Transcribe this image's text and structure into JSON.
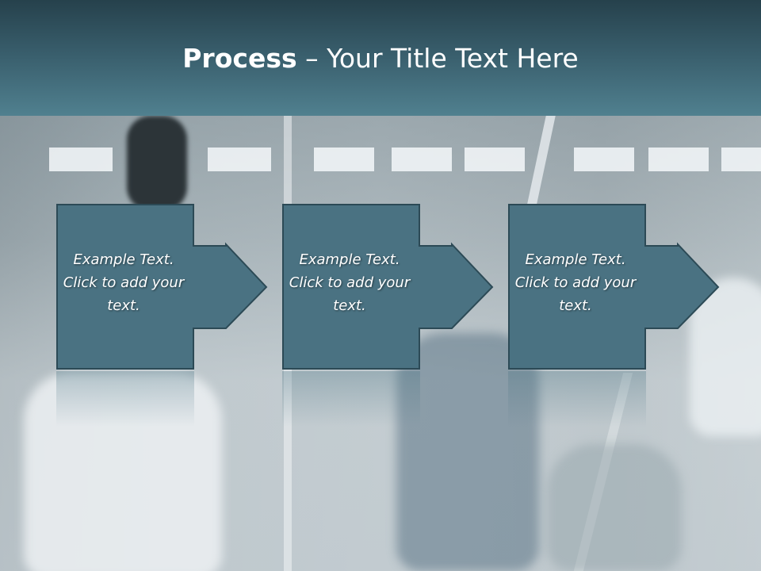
{
  "title": {
    "bold": "Process",
    "rest": " – Your Title Text Here"
  },
  "steps": [
    {
      "text": "Example Text. Click  to add your text."
    },
    {
      "text": "Example Text. Click  to add your text."
    },
    {
      "text": "Example Text. Click  to add your text."
    }
  ],
  "colors": {
    "header": "#385d6b",
    "box_fill": "#4a7282",
    "box_border": "#2c4a56",
    "text": "#ffffff"
  }
}
